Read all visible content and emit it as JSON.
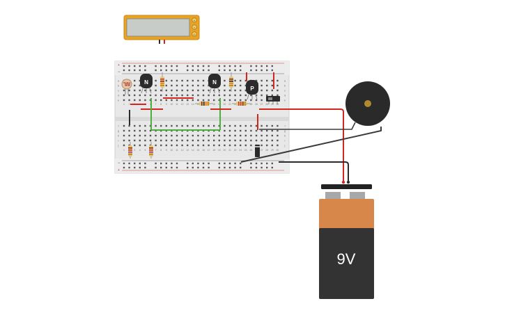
{
  "canvas": {
    "background": "#ffffff"
  },
  "multimeter": {
    "body_color": "#e8a323",
    "display_color": "#c8ccc8",
    "buttons": [
      "A",
      "V",
      "Ω"
    ]
  },
  "breadboard": {
    "board_color": "#e8e8e8",
    "rail_plus": "+",
    "rail_minus": "−",
    "row_letters_top": [
      "a",
      "b",
      "c",
      "d",
      "e"
    ],
    "row_letters_bottom": [
      "f",
      "g",
      "h",
      "i",
      "j"
    ],
    "column_numbers": [
      "1",
      "2",
      "3",
      "4",
      "5",
      "6",
      "7",
      "8",
      "9",
      "10",
      "11",
      "12",
      "13",
      "14",
      "15",
      "16",
      "17",
      "18",
      "19",
      "20",
      "21",
      "22",
      "23",
      "24",
      "25",
      "26",
      "27",
      "28",
      "29",
      "30"
    ]
  },
  "components": {
    "transistor_1_label": "N",
    "transistor_2_label": "N",
    "transistor_3_label": "P",
    "photoresistor": "photoresistor-icon",
    "switch": "slide-switch-icon"
  },
  "buzzer": {
    "body_color": "#2a2a2a",
    "center_color": "#b08a2e"
  },
  "battery": {
    "label": "9V",
    "top_color": "#d8874a",
    "body_color": "#333333",
    "cap_color": "#222222"
  },
  "wire_colors": {
    "red": "#d0261d",
    "black": "#2b2b2b",
    "green": "#4cae3c",
    "dark": "#3a3a3a"
  }
}
